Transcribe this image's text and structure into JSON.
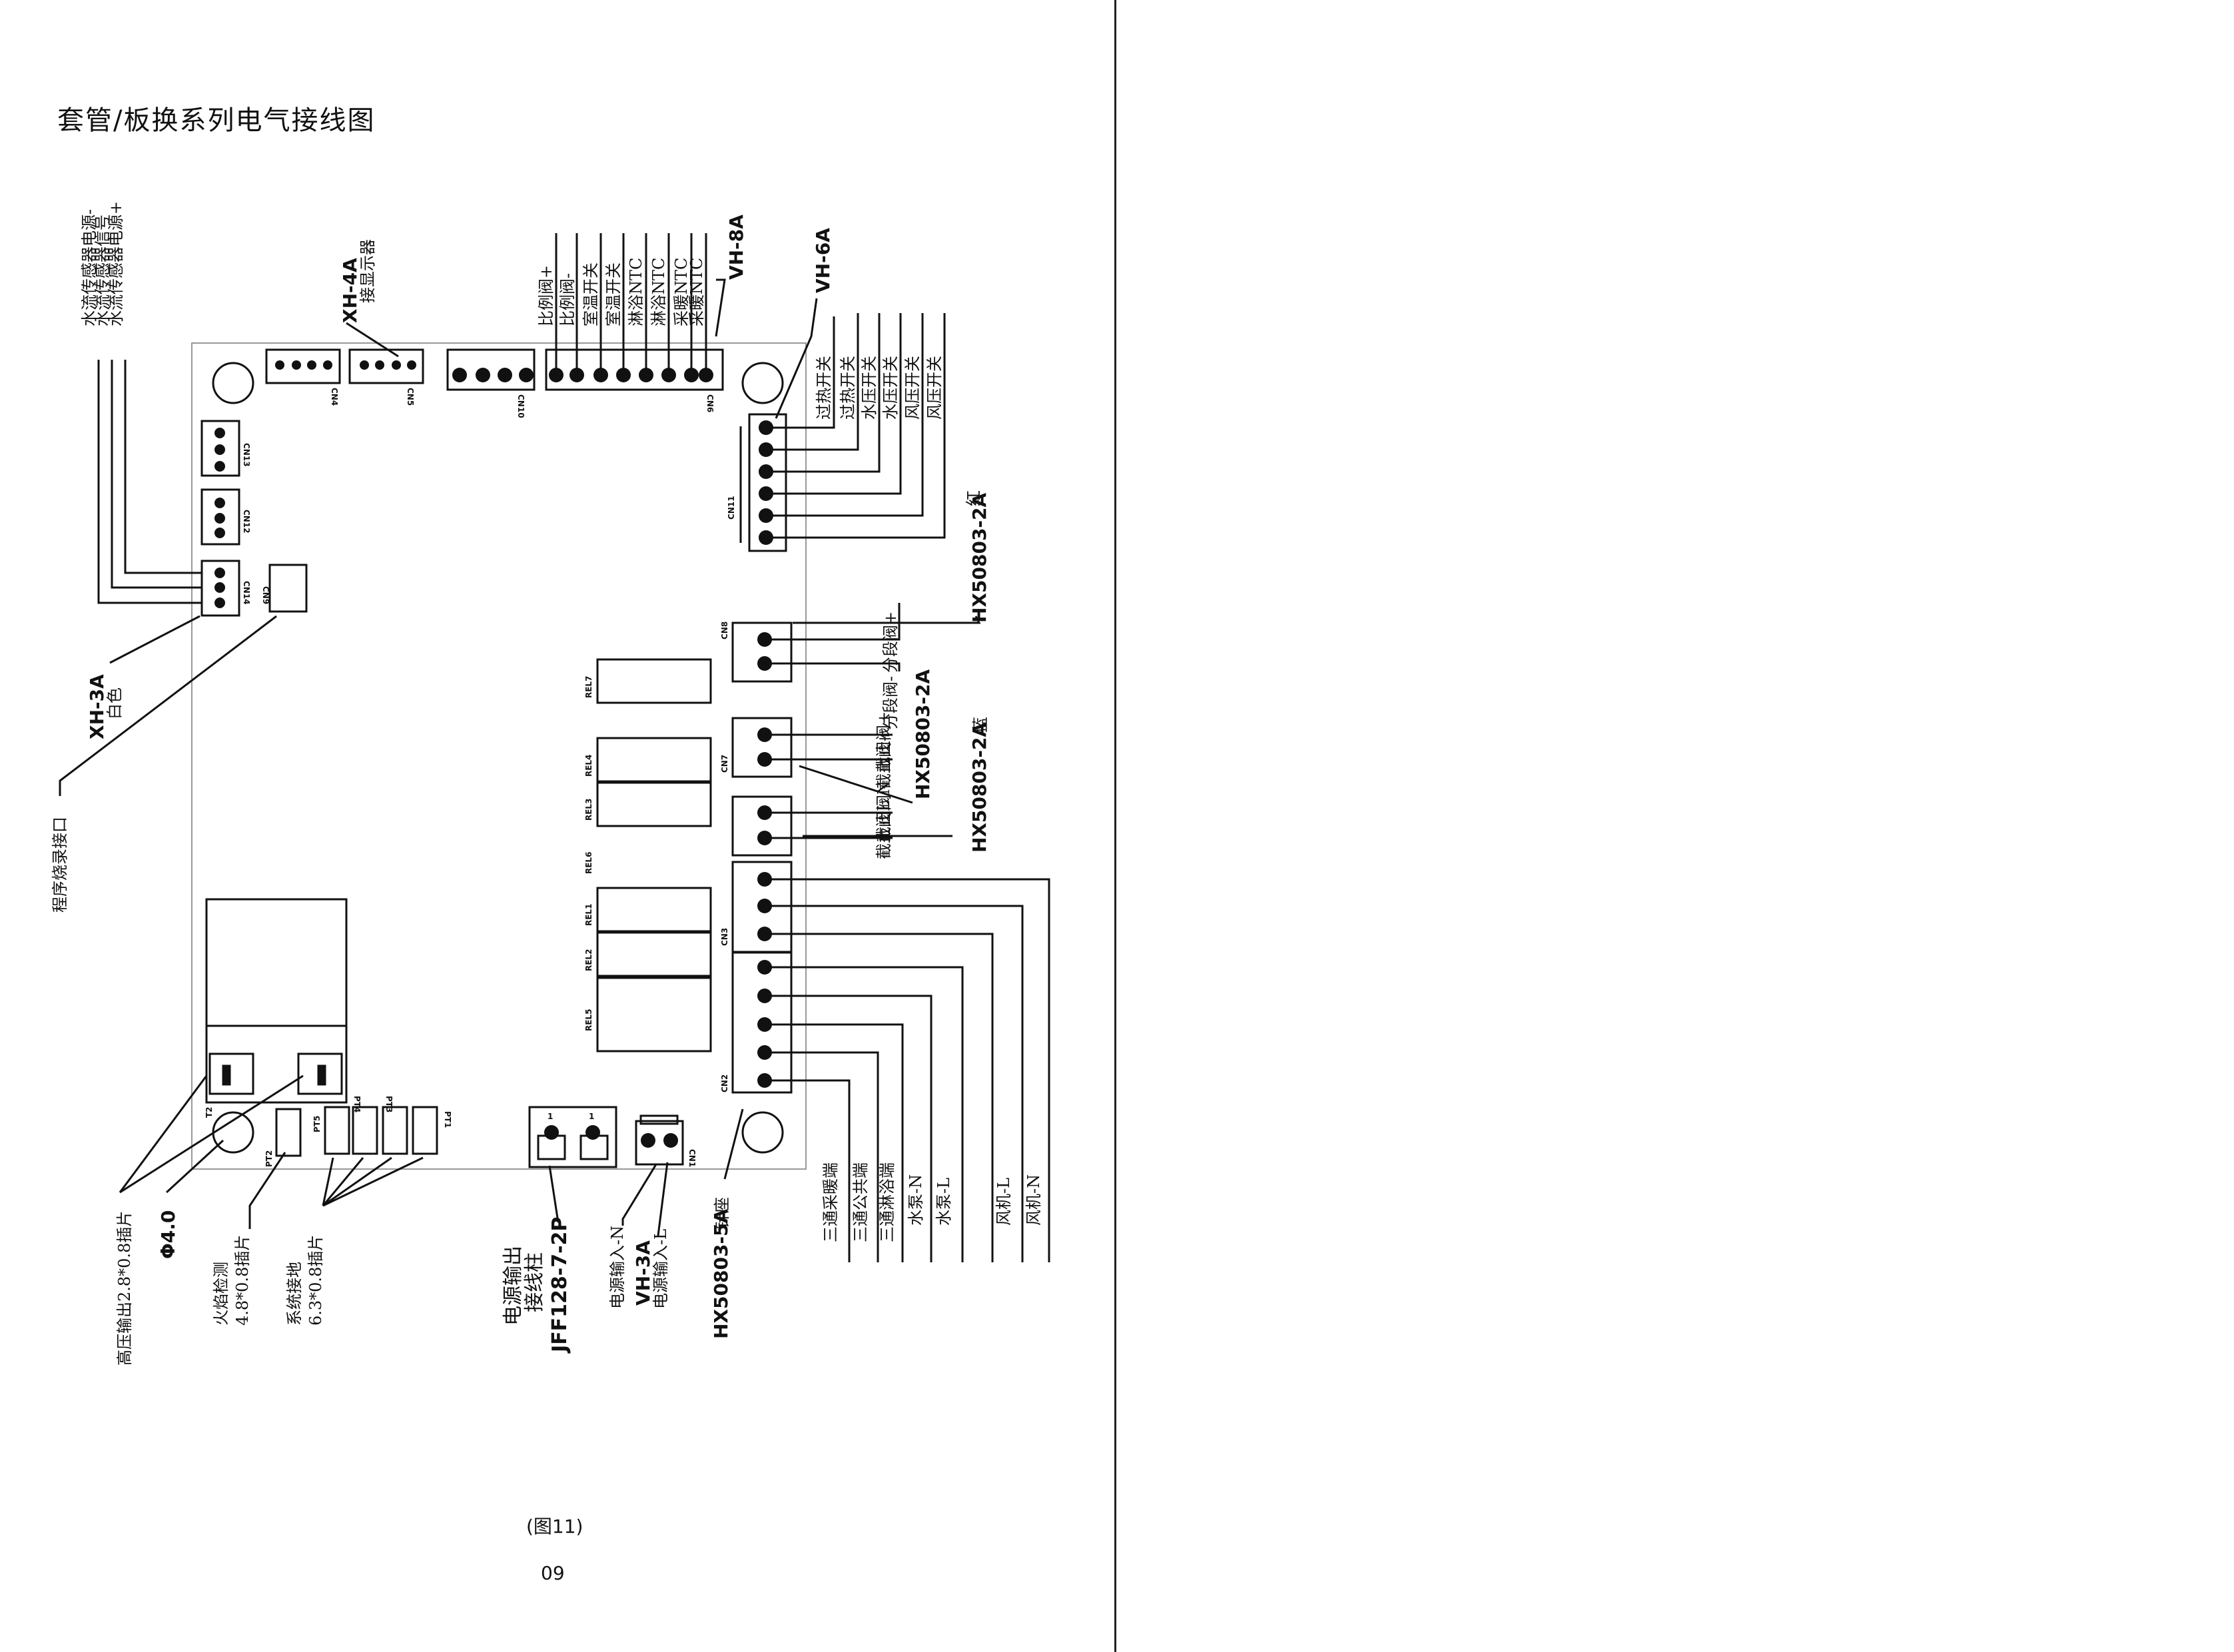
{
  "title": "套管/板换系列电气接线图",
  "figure_caption": "(图11)",
  "page_number": "09",
  "sensor_wires": [
    "水流传感器电源-",
    "水流传感器信号",
    "水流传感器电源+"
  ],
  "connectors": {
    "xh4a": "XH-4A",
    "xh4a_desc": "接显示器",
    "vh8a": "VH-8A",
    "vh6a": "VH-6A",
    "xh3a": "XH-3A",
    "xh3a_color": "白色",
    "program_port": "程序烧录接口",
    "hx_red": "HX50803-2A",
    "hx_red_color": "红",
    "hx_mid": "HX50803-2A",
    "hx_blue": "HX50803-2A",
    "hx_blue_color": "蓝",
    "hx5a": "HX50803-5A",
    "hx5a_desc": "针座",
    "vh3a": "VH-3A",
    "jff_model": "JFF128-7-2P",
    "jff_desc1": "电源输出",
    "jff_desc2": "接线柱",
    "power_in_n": "电源输入-N",
    "power_in_l": "电源输入-L",
    "hv_out": "高压输出2.8*0.8插片",
    "phi": "Φ4.0",
    "flame1": "火焰检测",
    "flame2": "4.8*0.8插片",
    "ground1": "系统接地",
    "ground2": "6.3*0.8插片"
  },
  "cn6_wires": [
    "比例阀+",
    "比例阀-",
    "室温开关",
    "室温开关",
    "淋浴NTC",
    "淋浴NTC",
    "采暖NTC",
    "采暖NTC"
  ],
  "cn11_wires": [
    "过热开关",
    "过热开关",
    "水压开关",
    "水压开关",
    "风压开关",
    "风压开关"
  ],
  "cn8_wires": [
    "分段阀+",
    "分段阀-"
  ],
  "cn7_wires": [
    "截止阀+",
    "截止阀-"
  ],
  "cn_ac_wires": [
    "截止阀N",
    "截止阀L"
  ],
  "bottom_wires": [
    "三通采暖端",
    "三通公共端",
    "三通淋浴端",
    "水泵-N",
    "水泵-L",
    "风机-L",
    "风机-N"
  ],
  "board_labels": {
    "cn4": "CN4",
    "cn5": "CN5",
    "cn10": "CN10",
    "cn6": "CN6",
    "cn13": "CN13",
    "cn12": "CN12",
    "cn14": "CN14",
    "cn9": "CN9",
    "cn11": "CN11",
    "cn8": "CN8",
    "cn7": "CN7",
    "cn3": "CN3",
    "cn2": "CN2",
    "cn1": "CN1",
    "rel7": "REL7",
    "rel4": "REL4",
    "rel3": "REL3",
    "rel6": "REL6",
    "rel1": "REL1",
    "rel2": "REL2",
    "rel5": "REL5",
    "t2": "T2",
    "pt2": "PT2",
    "pt5": "PT5",
    "pt4": "PT4",
    "pt3": "PT3",
    "pt1": "PT1",
    "n1": "1",
    "n2": "1"
  }
}
